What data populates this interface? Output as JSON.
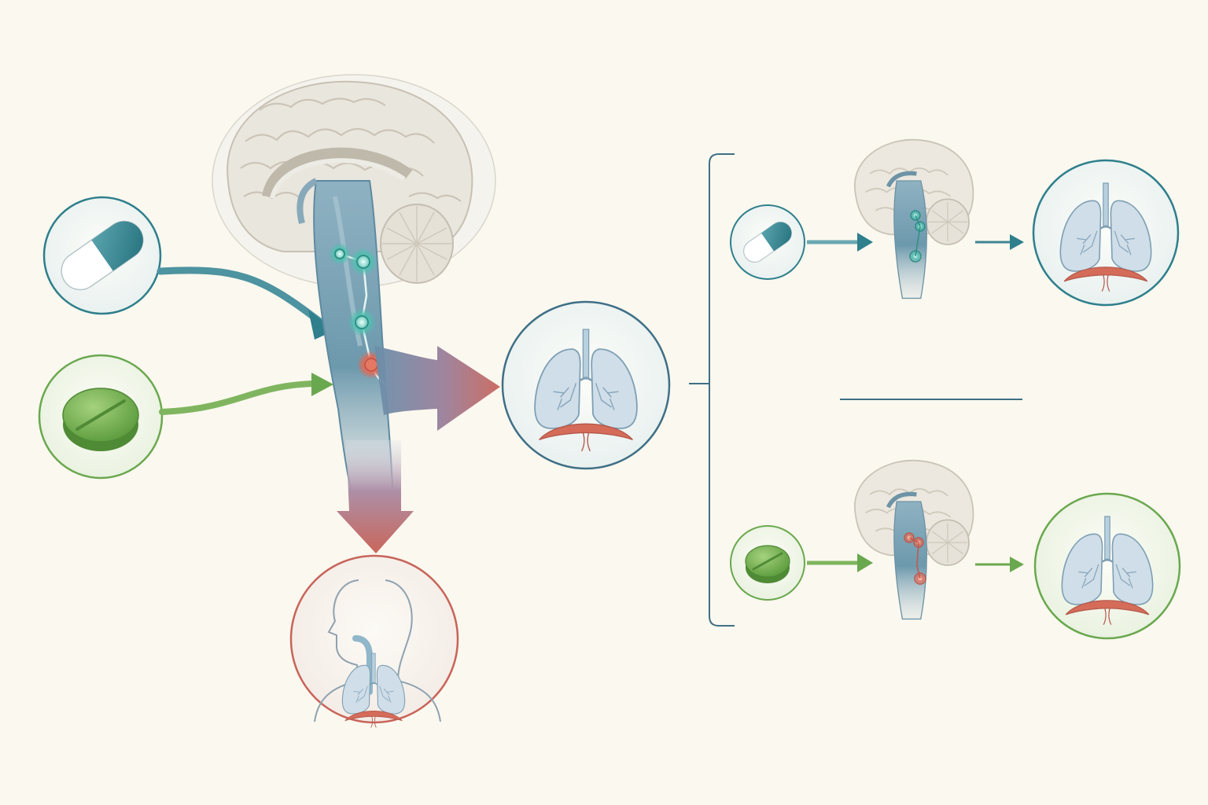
{
  "diagram": {
    "colors": {
      "background": "#fbf8ef",
      "capsule_teal": "#2f7f8c",
      "tablet_green": "#6aa84f",
      "airway_red": "#c8645a",
      "brainstem_blue": "#7fa6b8",
      "brain_grey": "#e8e5dc",
      "lung_blue": "#c9dbe6",
      "diaphragm_red": "#d0715f",
      "divider_blue": "#3f6f86"
    },
    "icons": {
      "drug_a": "capsule-icon",
      "drug_b": "tablet-icon",
      "center": "brain-brainstem-icon",
      "target_lungs": "lungs-diaphragm-icon",
      "target_airway": "upper-airway-human-icon"
    },
    "panels": {
      "main": "brainstem-pathway-overview",
      "comparison_top": "capsule-pathway",
      "comparison_bottom": "tablet-pathway"
    }
  }
}
